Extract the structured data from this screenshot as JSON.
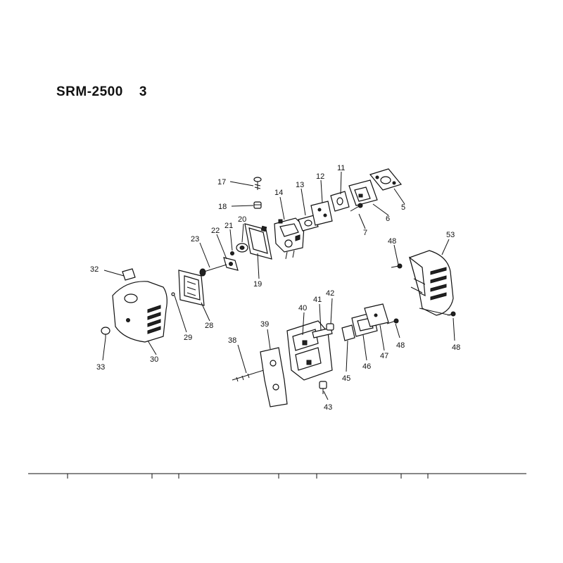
{
  "title": "SRM-2500    3",
  "callouts": [
    "5",
    "6",
    "7",
    "11",
    "12",
    "13",
    "14",
    "17",
    "18",
    "19",
    "20",
    "21",
    "22",
    "23",
    "28",
    "29",
    "30",
    "32",
    "33",
    "38",
    "39",
    "40",
    "41",
    "42",
    "43",
    "45",
    "46",
    "47",
    "48",
    "48",
    "48",
    "53"
  ]
}
